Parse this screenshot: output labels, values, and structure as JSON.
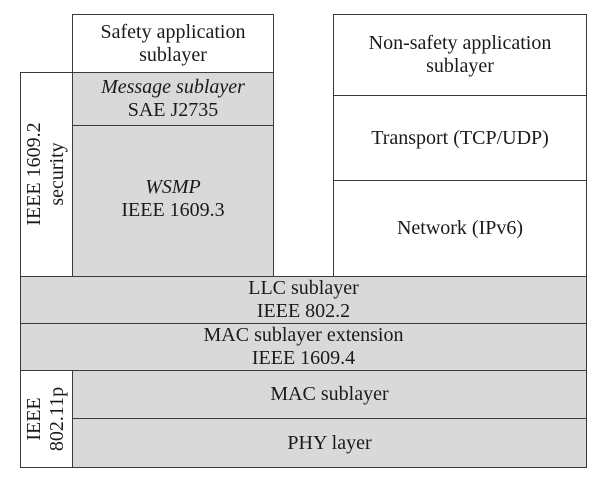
{
  "left_stack": {
    "safety_app": [
      "Safety application",
      "sublayer"
    ],
    "message": {
      "name": "Message sublayer",
      "std": "SAE J2735"
    },
    "wsmp": {
      "name": "WSMP",
      "std": "IEEE 1609.3"
    },
    "security": [
      "IEEE 1609.2",
      "security"
    ]
  },
  "right_stack": {
    "non_safety_app": [
      "Non-safety application",
      "sublayer"
    ],
    "transport": "Transport (TCP/UDP)",
    "network": "Network (IPv6)"
  },
  "shared": {
    "llc": {
      "name": "LLC sublayer",
      "std": "IEEE 802.2"
    },
    "mac_ext": {
      "name": "MAC sublayer extension",
      "std": "IEEE 1609.4"
    },
    "mac": "MAC sublayer",
    "phy": "PHY layer",
    "ieee80211p": [
      "IEEE",
      "802.11p"
    ]
  },
  "colors": {
    "gray_fill": "#d9d9d9",
    "white_fill": "#ffffff",
    "border": "#3a3a3a"
  }
}
